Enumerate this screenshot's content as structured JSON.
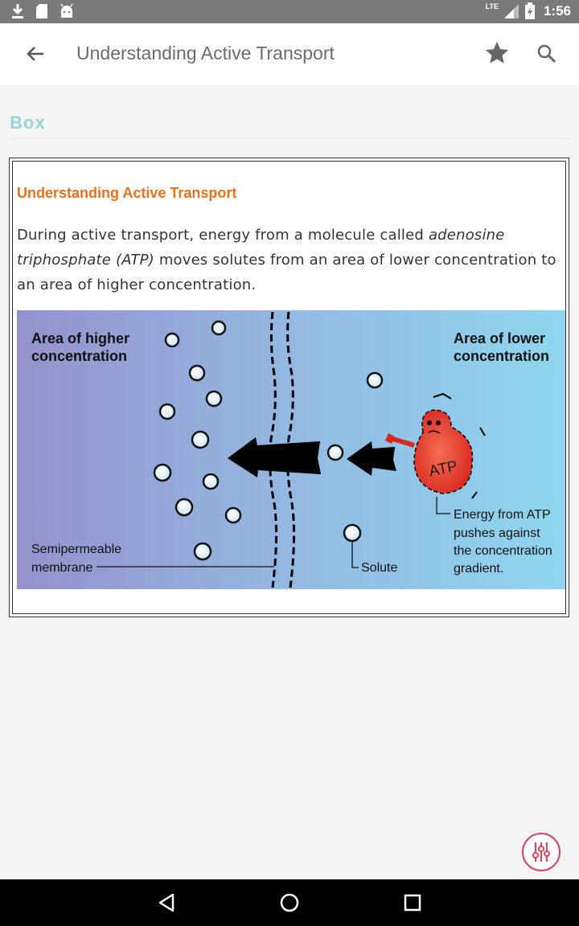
{
  "status_bar": {
    "time": "1:56",
    "network": "LTE",
    "left_icons": [
      "download-icon",
      "sd-card-icon",
      "android-icon"
    ],
    "right_icons": [
      "signal-icon",
      "battery-icon"
    ]
  },
  "app_bar": {
    "title": "Understanding Active Transport",
    "back_icon": "arrow-back-icon",
    "bookmark_icon": "star-icon",
    "search_icon": "search-icon"
  },
  "section": {
    "heading": "Box",
    "heading_color": "#9ad3dc"
  },
  "box": {
    "title": "Understanding Active Transport",
    "title_color": "#e8701a",
    "body_before": "During active transport, energy from a molecule called ",
    "body_italic": "adenosine triphosphate (ATP)",
    "body_after": " moves solutes from an area of lower concentration to an area of higher concentration."
  },
  "figure": {
    "left_label_line1": "Area of higher",
    "left_label_line2": "concentration",
    "right_label_line1": "Area of lower",
    "right_label_line2": "concentration",
    "membrane_label_line1": "Semipermeable",
    "membrane_label_line2": "membrane",
    "solute_label": "Solute",
    "atp_label": "ATP",
    "energy_line1": "Energy from ATP",
    "energy_line2": "pushes against",
    "energy_line3": "the concentration",
    "energy_line4": "gradient.",
    "gradient_left": "#9591cc",
    "gradient_right": "#8fd6ee",
    "atp_color": "#e8352a"
  },
  "fab": {
    "icon": "equalizer-icon",
    "color": "#d6455a"
  },
  "nav_bar": {
    "icons": [
      "back-triangle-icon",
      "home-circle-icon",
      "recents-square-icon"
    ]
  }
}
